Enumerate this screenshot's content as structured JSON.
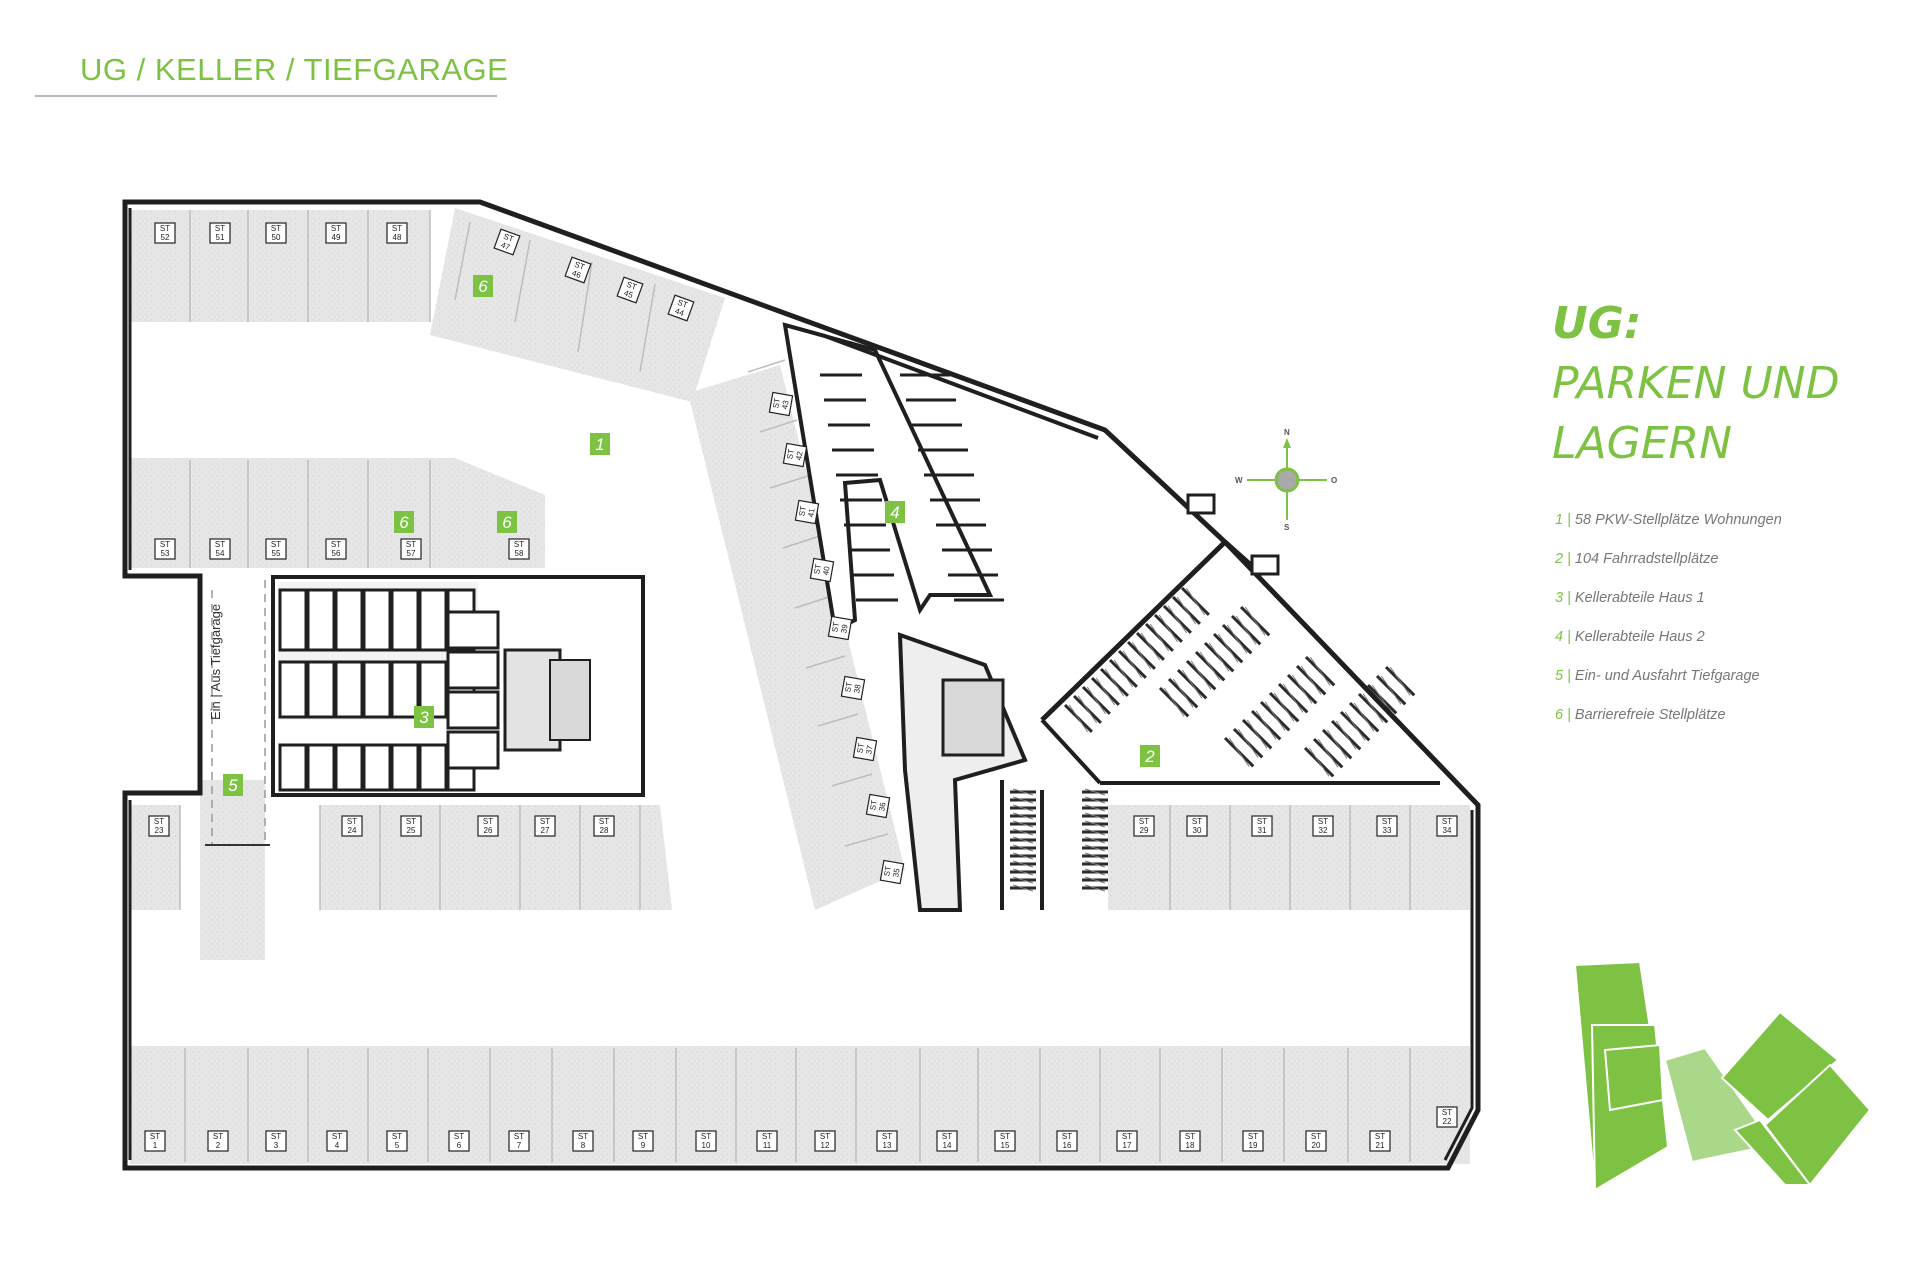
{
  "page": {
    "header_title": "UG / KELLER / TIEFGARAGE"
  },
  "heading": {
    "line1": "UG:",
    "line2": "PARKEN UND",
    "line3": "LAGERN"
  },
  "legend": [
    {
      "num": "1",
      "sep": " | ",
      "text": "58 PKW-Stellplätze Wohnungen"
    },
    {
      "num": "2",
      "sep": " | ",
      "text": "104 Fahrradstellplätze"
    },
    {
      "num": "3",
      "sep": " | ",
      "text": "Kellerabteile Haus 1"
    },
    {
      "num": "4",
      "sep": " | ",
      "text": "Kellerabteile Haus 2"
    },
    {
      "num": "5",
      "sep": " | ",
      "text": "Ein- und Ausfahrt Tiefgarage"
    },
    {
      "num": "6",
      "sep": " | ",
      "text": "Barrierefreie Stellplätze"
    }
  ],
  "compass": {
    "n": "N",
    "s": "S",
    "w": "W",
    "o": "O"
  },
  "plan": {
    "stall_prefix": "ST",
    "ramp_label": "Ein | Aus Tiefgarage",
    "zones": {
      "z1": "1",
      "z2": "2",
      "z3": "3",
      "z4": "4",
      "z5": "5",
      "z6a": "6",
      "z6b": "6",
      "z6c": "6"
    },
    "stalls_bottom": [
      "1",
      "2",
      "3",
      "4",
      "5",
      "6",
      "7",
      "8",
      "9",
      "10",
      "11",
      "12",
      "13",
      "14",
      "15",
      "16",
      "17",
      "18",
      "19",
      "20",
      "21"
    ],
    "stall_22": "22",
    "stall_23": "23",
    "stalls_mid": [
      "24",
      "25",
      "26",
      "27",
      "28"
    ],
    "stalls_right": [
      "29",
      "30",
      "31",
      "32",
      "33",
      "34"
    ],
    "stalls_diag": [
      "35",
      "36",
      "37",
      "38",
      "39",
      "40",
      "41",
      "42",
      "43"
    ],
    "stalls_top_tilt": [
      "44",
      "45",
      "46",
      "47"
    ],
    "stalls_top": [
      "52",
      "51",
      "50",
      "49",
      "48"
    ],
    "stalls_left": [
      "53",
      "54",
      "55",
      "56",
      "57",
      "58"
    ]
  },
  "colors": {
    "accent": "#7dc242",
    "accent_light": "#a9d88a",
    "wall": "#1f1f1f",
    "stall_fill": "#e9e9e9"
  }
}
